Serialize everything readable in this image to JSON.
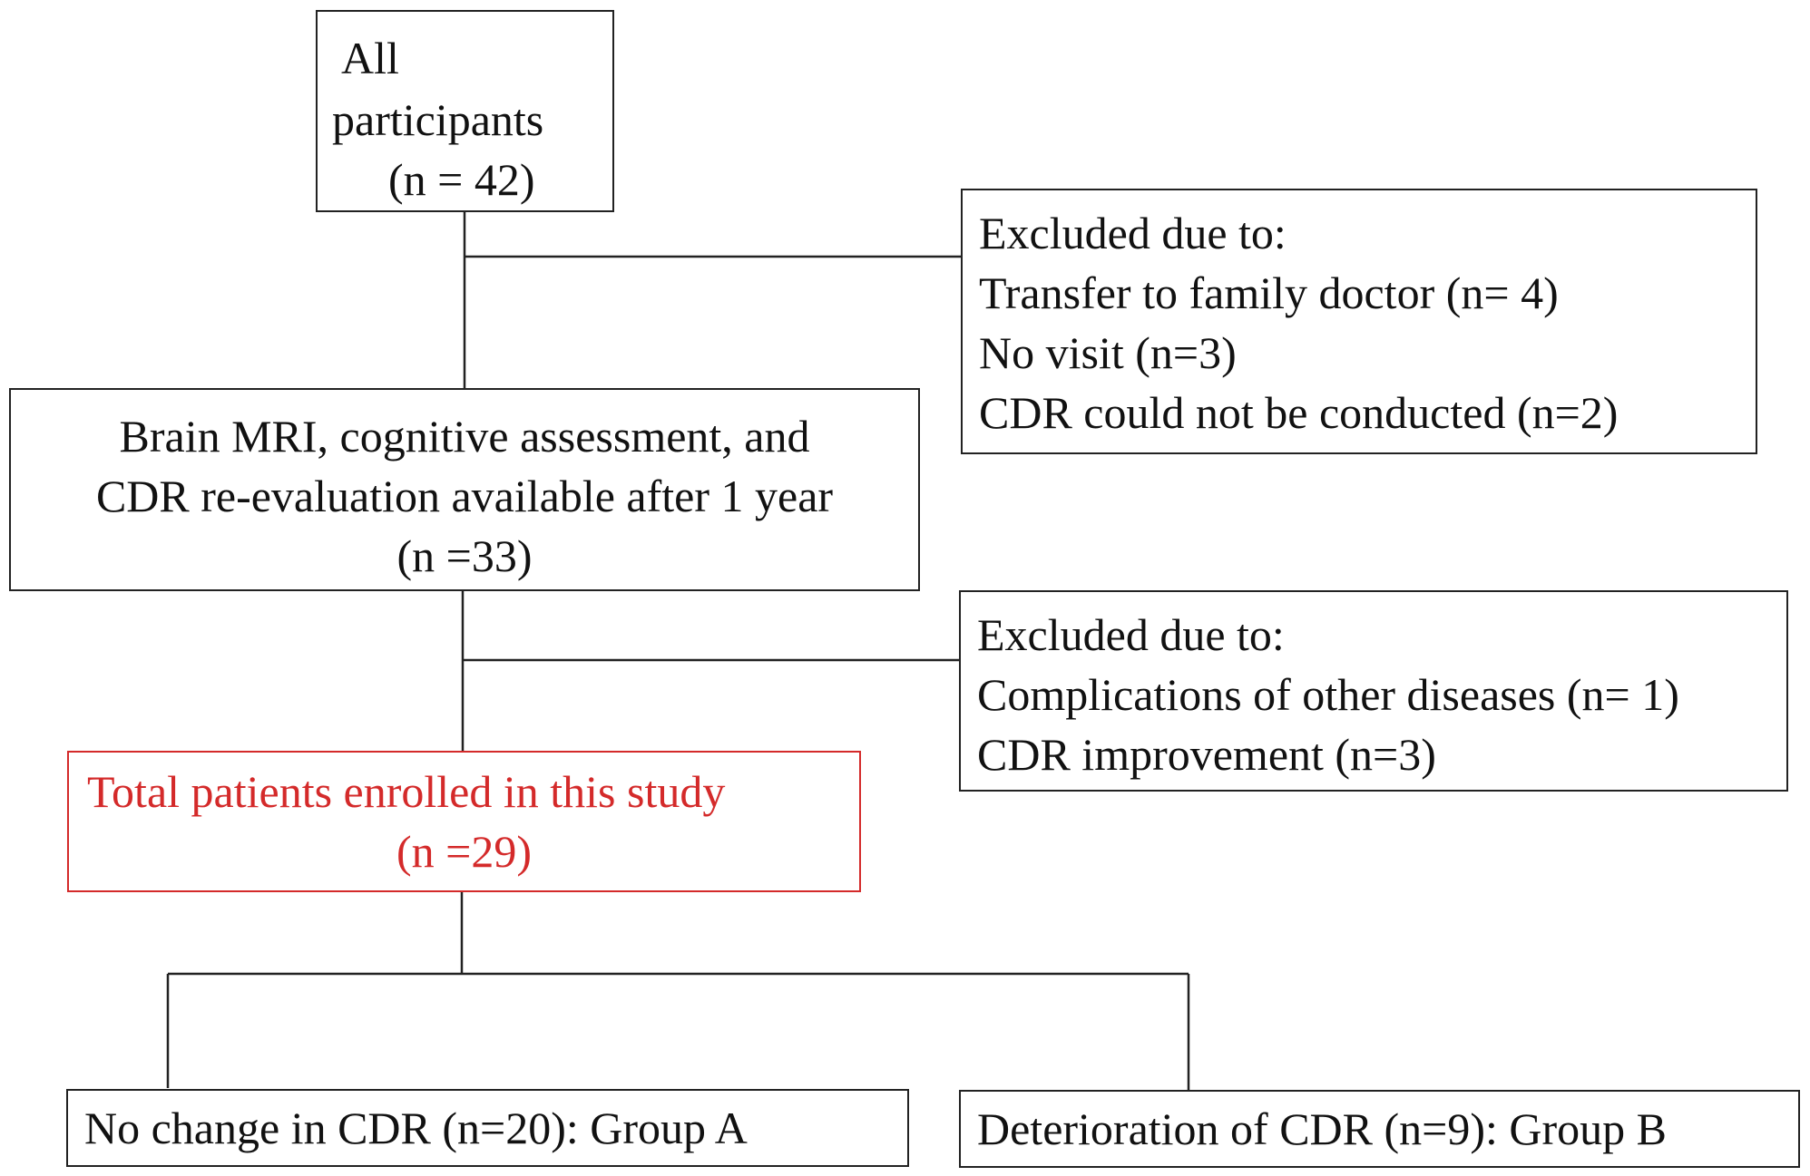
{
  "all_participants": {
    "line1": "All",
    "line2": "participants",
    "line3": "(n = 42)"
  },
  "excluded_1": {
    "heading": "Excluded due to:",
    "items": [
      "Transfer to family doctor (n= 4)",
      "No visit (n=3)",
      "CDR could not be conducted (n=2)"
    ]
  },
  "followup": {
    "line1": "Brain MRI, cognitive assessment, and",
    "line2": "CDR re-evaluation available after 1 year",
    "line3": "(n =33)"
  },
  "excluded_2": {
    "heading": "Excluded due to:",
    "items": [
      "Complications of other diseases (n= 1)",
      "CDR improvement (n=3)"
    ]
  },
  "enrolled": {
    "line1": "Total patients enrolled in this study",
    "line2": "(n =29)",
    "color": "#d42a2a"
  },
  "group_a": {
    "label": "No change in CDR (n=20): Group A"
  },
  "group_b": {
    "label": "Deterioration of CDR (n=9): Group B"
  }
}
